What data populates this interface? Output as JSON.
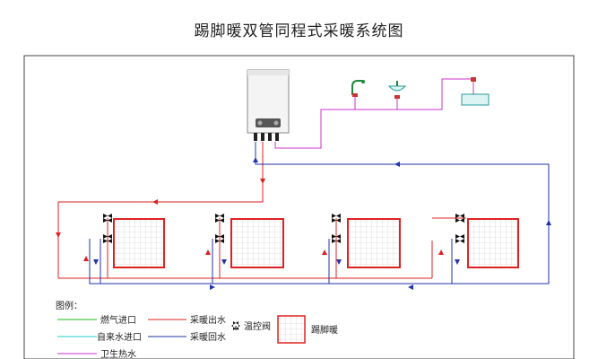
{
  "title": "踢脚暖双管同程式采暖系统图",
  "legend": {
    "heading": "图例：",
    "items": [
      {
        "label": "燃气进口",
        "color": "#22bb22"
      },
      {
        "label": "自来水进口",
        "color": "#22cccc"
      },
      {
        "label": "卫生热水",
        "color": "#cc33cc"
      },
      {
        "label": "采暖出水",
        "color": "#dd2222"
      },
      {
        "label": "采暖回水",
        "color": "#2233aa"
      }
    ],
    "valve_label": "温控阀",
    "radiator_label": "踢脚暖"
  },
  "colors": {
    "supply": "#dd2222",
    "return": "#2233aa",
    "hot_water": "#cc33cc",
    "border": "#444444"
  },
  "radiator_count": 4
}
